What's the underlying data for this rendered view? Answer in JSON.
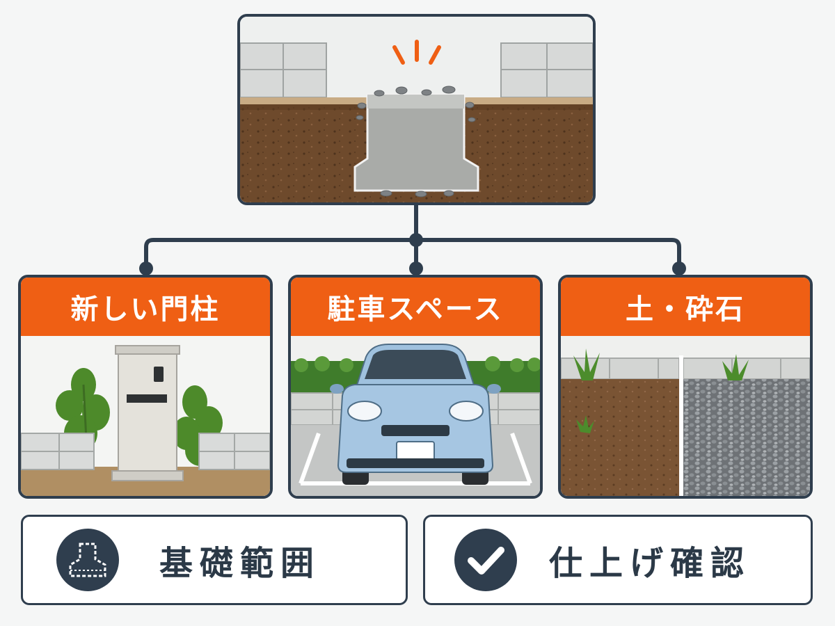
{
  "cards": [
    {
      "id": "gate",
      "label": "新しい門柱"
    },
    {
      "id": "parking",
      "label": "駐車スペース"
    },
    {
      "id": "soil",
      "label": "土・砕石"
    }
  ],
  "chips": [
    {
      "id": "foundation",
      "label": "基礎範囲",
      "icon": "foundation-outline-icon"
    },
    {
      "id": "finish",
      "label": "仕上げ確認",
      "icon": "check-circle-icon"
    }
  ],
  "colors": {
    "accent": "#ef5f14",
    "navy": "#2f3e4e",
    "soil": "#6b4a2e",
    "concrete": "#a9aba8"
  }
}
